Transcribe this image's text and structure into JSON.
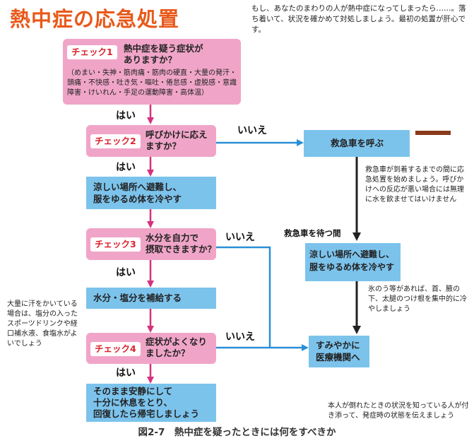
{
  "title": "熱中症の応急処置",
  "intro": "もし、あなたのまわりの人が熱中症になってしまったら……。落ち着いて、状況を確かめて対処しましょう。最初の処置が肝心です。",
  "check1": {
    "badge": "チェック1",
    "question_line1": "熱中症を疑う症状が",
    "question_line2": "ありますか？",
    "symptoms": "（めまい・失神・筋肉痛・筋肉の硬直・大量の発汗・頭痛・不快感・吐き気・嘔吐・倦怠感・虚脱感・意識障害・けいれん・手足の運動障害・高体温）"
  },
  "check2": {
    "badge": "チェック2",
    "question_line1": "呼びかけに応え",
    "question_line2": "ますか？"
  },
  "check3": {
    "badge": "チェック3",
    "question_line1": "水分を自力で",
    "question_line2": "摂取できますか？"
  },
  "check4": {
    "badge": "チェック4",
    "question_line1": "症状がよくなり",
    "question_line2": "ましたか？"
  },
  "actions": {
    "cool_line1": "涼しい場所へ避難し、",
    "cool_line2": "服をゆるめ体を冷やす",
    "hydrate": "水分・塩分を補給する",
    "rest_line1": "そのまま安静にして",
    "rest_line2": "十分に休息をとり、",
    "rest_line3": "回復したら帰宅しましょう",
    "ambulance": "救急車を呼ぶ",
    "cool2_line1": "涼しい場所へ避難し、",
    "cool2_line2": "服をゆるめ体を冷やす",
    "hospital_line1": "すみやかに",
    "hospital_line2": "医療機関へ"
  },
  "labels": {
    "yes": "はい",
    "no": "いいえ",
    "waiting": "救急車を待つ間"
  },
  "notes": {
    "ambulance_note": "救急車が到着するまでの間に応急処置を始めましょう。呼びかけへの反応が悪い場合には無理に水を飲ませてはいけません",
    "ice_note": "氷のう等があれば、首、腋の下、太腿のつけ根を集中的に冷やしましょう",
    "sweat_note": "大量に汗をかいている場合は、塩分の入ったスポーツドリンクや経口補水液、食塩水がよいでしょう",
    "accompany_note": "本人が倒れたときの状況を知っている人が付き添って、発症時の状態を伝えましょう"
  },
  "caption": "図2-7　熱中症を疑ったときには何をすべきか",
  "colors": {
    "title": "#e8591a",
    "check_box": "#f0a5c8",
    "action_box": "#7cc3ec",
    "badge_text": "#d9232e",
    "yes_arrow": "#d6317c",
    "no_arrow": "#2a8fd6",
    "wait_arrow": "#222222"
  }
}
